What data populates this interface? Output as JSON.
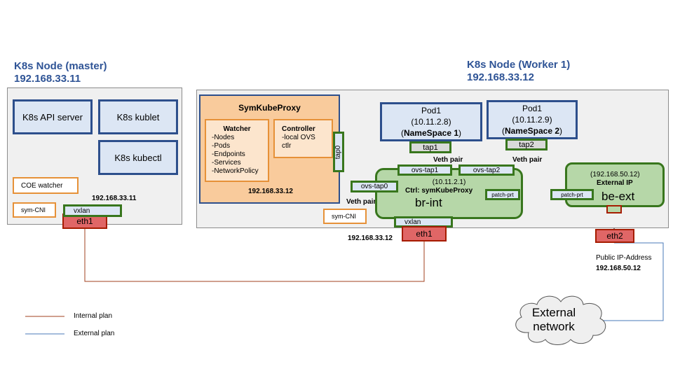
{
  "master": {
    "title": "K8s Node (master)",
    "ip": "192.168.33.11",
    "api_server": "K8s API server",
    "kublet": "K8s kublet",
    "kubectl": "K8s kubectl",
    "coe_watcher": "COE watcher",
    "sym_cni": "sym-CNI",
    "vxlan": "vxlan",
    "eth1": "eth1",
    "eth_ip": "192.168.33.11"
  },
  "worker": {
    "title": "K8s Node (Worker 1)",
    "ip": "192.168.33.12",
    "symkubeproxy": {
      "title": "SymKubeProxy",
      "watcher_title": "Watcher",
      "watcher_items": [
        "-Nodes",
        "-Pods",
        "-Endpoints",
        "-Services",
        "-NetworkPolicy"
      ],
      "controller_title": "Controller",
      "controller_items": [
        "-local OVS",
        "ctlr"
      ],
      "ip": "192.168.33.12"
    },
    "tap0": "tap0",
    "pod1": {
      "name": "Pod1",
      "ip": "(10.11.2.8)",
      "ns_prefix": "(",
      "ns": "NameSpace 1",
      "ns_suffix": ")"
    },
    "pod2": {
      "name": "Pod1",
      "ip": "(10.11.2.9)",
      "ns_prefix": "(",
      "ns": "NameSpace 2",
      "ns_suffix": ")"
    },
    "tap1": "tap1",
    "tap2": "tap2",
    "veth_pair_1": "Veth pair",
    "veth_pair_2": "Veth pair",
    "veth_pair_3": "Veth pair",
    "br_int": {
      "ovs_tap1": "ovs-tap1",
      "ovs_tap2": "ovs-tap2",
      "ovs_tap0": "ovs-tap0",
      "ip": "(10.11.2.1)",
      "ctrl": "Ctrl: symKubeProxy",
      "name": "br-int",
      "patch_prt": "patch-prt"
    },
    "be_ext": {
      "ip": "(192.168.50.12)",
      "label": "External IP",
      "name": "be-ext",
      "patch_prt": "patch-prt"
    },
    "sym_cni": "sym-CNI",
    "vxlan": "vxlan",
    "eth1": "eth1",
    "eth1_ip": "192.168.33.12",
    "eth2": "eth2"
  },
  "public_ip_label": "Public IP-Address",
  "public_ip": "192.168.50.12",
  "external_network": [
    "External",
    "network"
  ],
  "legend": {
    "internal": "Internal plan",
    "external": "External plan"
  },
  "colors": {
    "internal_line": "#a0401f",
    "external_line": "#4a7ab8",
    "pod_border": "#2d4f8c",
    "port_border": "#38761d",
    "eth_fill": "#e06666",
    "symkubeproxy_fill": "#f9cb9c"
  }
}
